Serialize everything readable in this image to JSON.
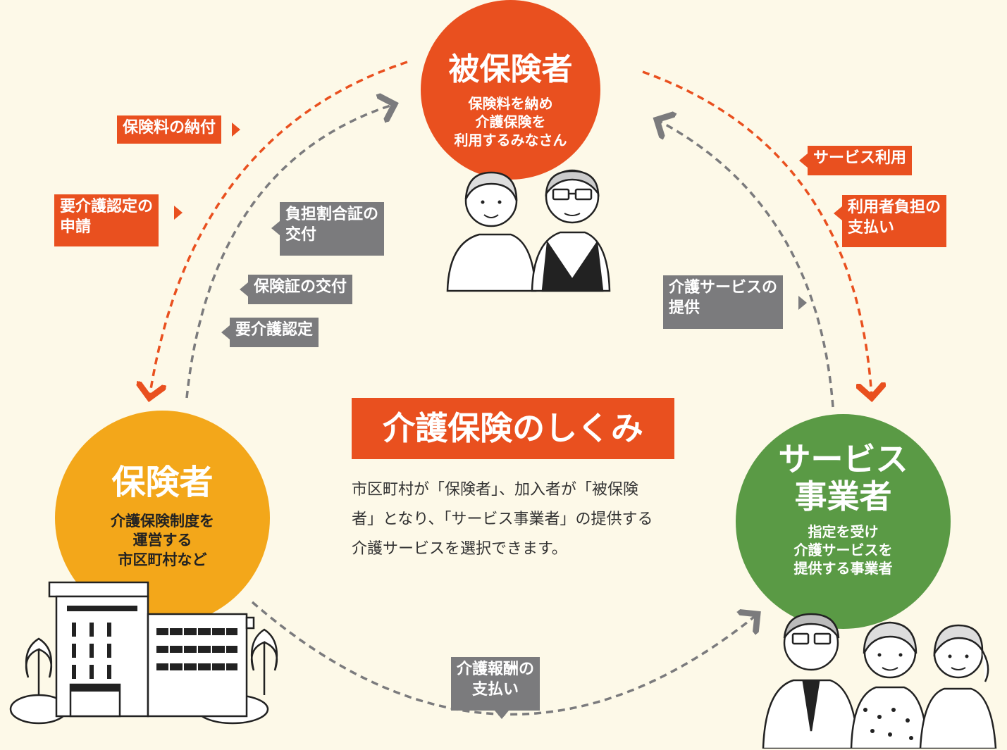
{
  "colors": {
    "background": "#fdf9e8",
    "orange": "#e9501f",
    "yellow": "#f3a71a",
    "green": "#5a9a45",
    "gray": "#7b7b7d"
  },
  "title": "介護保険のしくみ",
  "description": [
    "市区町村が「保険者」、加入者が「被保険",
    "者」となり、「サービス事業者」の提供する",
    "介護サービスを選択できます。"
  ],
  "nodes": {
    "insured": {
      "title": "被保険者",
      "desc": [
        "保険料を納め",
        "介護保険を",
        "利用するみなさん"
      ]
    },
    "insurer": {
      "title": "保険者",
      "desc": [
        "介護保険制度を",
        "運営する",
        "市区町村など"
      ]
    },
    "provider": {
      "title": [
        "サービス",
        "事業者"
      ],
      "desc": [
        "指定を受け",
        "介護サービスを",
        "提供する事業者"
      ]
    }
  },
  "labels": {
    "premium": "保険料の納付",
    "apply": [
      "要介護認定の",
      "申請"
    ],
    "burden_cert": [
      "負担割合証の",
      "交付"
    ],
    "insurance_card": "保険証の交付",
    "certification": "要介護認定",
    "service_use": "サービス利用",
    "user_payment": [
      "利用者負担の",
      "支払い"
    ],
    "service_provision": [
      "介護サービスの",
      "提供"
    ],
    "remuneration": [
      "介護報酬の",
      "支払い"
    ]
  }
}
